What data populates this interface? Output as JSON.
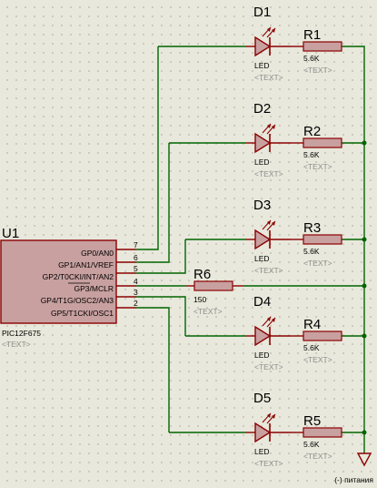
{
  "mcu": {
    "ref": "U1",
    "part": "PIC12F675",
    "text": "<TEXT>",
    "pins": [
      {
        "name": "GP0/AN0",
        "num": "7"
      },
      {
        "name": "GP1/AN1/VREF",
        "num": "6"
      },
      {
        "name": "GP2/T0CKI/INT/AN2",
        "num": "5"
      },
      {
        "name": "GP3/MCLR",
        "num": "4"
      },
      {
        "name": "GP4/T1G/OSC2/AN3",
        "num": "3"
      },
      {
        "name": "GP5/T1CKI/OSC1",
        "num": "2"
      }
    ]
  },
  "leds": [
    {
      "ref": "D1",
      "value": "LED",
      "text": "<TEXT>"
    },
    {
      "ref": "D2",
      "value": "LED",
      "text": "<TEXT>"
    },
    {
      "ref": "D3",
      "value": "LED",
      "text": "<TEXT>"
    },
    {
      "ref": "D4",
      "value": "LED",
      "text": "<TEXT>"
    },
    {
      "ref": "D5",
      "value": "LED",
      "text": "<TEXT>"
    }
  ],
  "resistors": [
    {
      "ref": "R1",
      "value": "5.6K",
      "text": "<TEXT>"
    },
    {
      "ref": "R2",
      "value": "5.6K",
      "text": "<TEXT>"
    },
    {
      "ref": "R3",
      "value": "5.6K",
      "text": "<TEXT>"
    },
    {
      "ref": "R4",
      "value": "5.6K",
      "text": "<TEXT>"
    },
    {
      "ref": "R5",
      "value": "5.6K",
      "text": "<TEXT>"
    }
  ],
  "pullup": {
    "ref": "R6",
    "value": "150",
    "text": "<TEXT>"
  },
  "ground": {
    "label": "(-) питания"
  },
  "colors": {
    "wire": "#006400",
    "component": "#8b0000",
    "body_fill": "#c8a0a0",
    "background": "#e8e8dc"
  }
}
